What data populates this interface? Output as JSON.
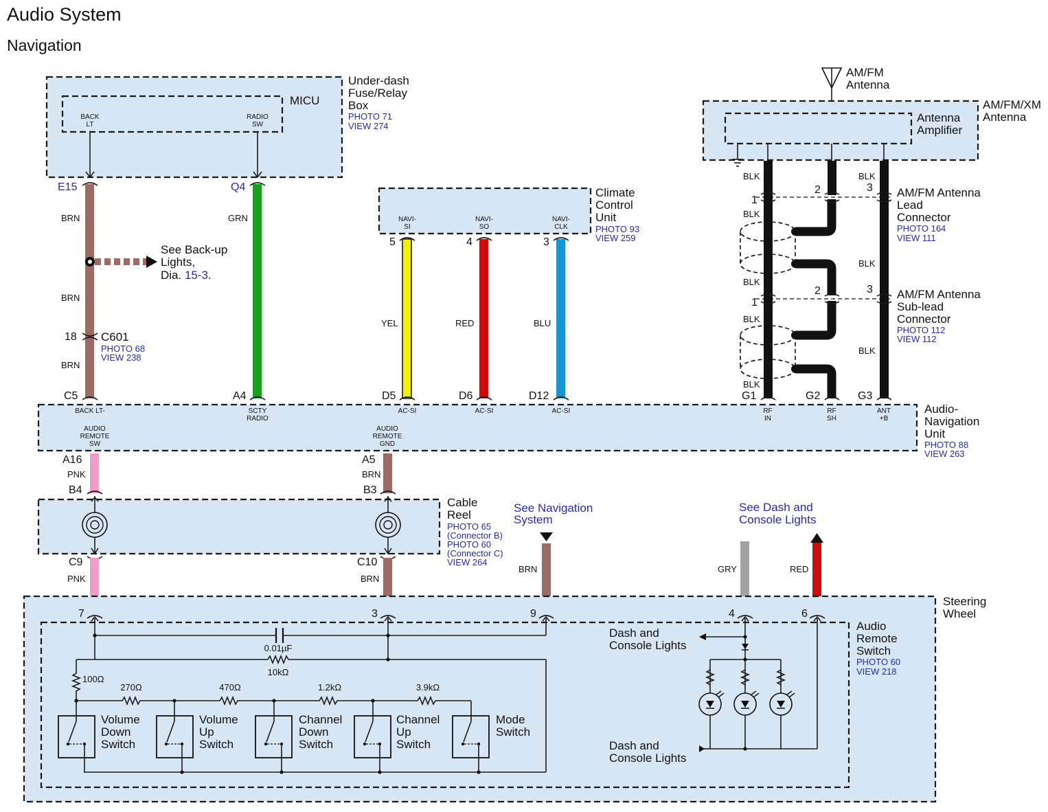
{
  "header": {
    "title": "Audio System",
    "subtitle": "Navigation"
  },
  "components": {
    "fuse_box": {
      "name_lines": [
        "Under-dash",
        "Fuse/Relay",
        "Box"
      ],
      "refs": [
        "PHOTO 71",
        "VIEW 274"
      ],
      "inner": "MICU",
      "pins": [
        {
          "lines": [
            "BACK",
            "LT"
          ]
        },
        {
          "lines": [
            "RADIO",
            "SW"
          ]
        }
      ]
    },
    "climate": {
      "name_lines": [
        "Climate",
        "Control",
        "Unit"
      ],
      "refs": [
        "PHOTO 93",
        "VIEW 259"
      ],
      "pins": [
        {
          "lines": [
            "NAVI-",
            "SI"
          ],
          "num": "5"
        },
        {
          "lines": [
            "NAVI-",
            "SO"
          ],
          "num": "4"
        },
        {
          "lines": [
            "NAVI-",
            "CLK"
          ],
          "num": "3"
        }
      ]
    },
    "antenna": {
      "top_label": [
        "AM/FM",
        "Antenna"
      ],
      "box_label": [
        "AM/FM/XM",
        "Antenna"
      ],
      "amplifier": [
        "Antenna",
        "Amplifier"
      ]
    },
    "lead_conn": {
      "name_lines": [
        "AM/FM Antenna",
        "Lead",
        "Connector"
      ],
      "refs": [
        "PHOTO 164",
        "VIEW 111"
      ]
    },
    "sublead_conn": {
      "name_lines": [
        "AM/FM Antenna",
        "Sub-lead",
        "Connector"
      ],
      "refs": [
        "PHOTO 112",
        "VIEW 112"
      ]
    },
    "audio_nav": {
      "name_lines": [
        "Audio-",
        "Navigation",
        "Unit"
      ],
      "refs": [
        "PHOTO 88",
        "VIEW 263"
      ],
      "top_pins": [
        {
          "id": "C5",
          "lines": [
            "BACK LT-"
          ]
        },
        {
          "id": "A4",
          "lines": [
            "SCTY",
            "RADIO"
          ]
        },
        {
          "id": "D5",
          "lines": [
            "AC-SI"
          ]
        },
        {
          "id": "D6",
          "lines": [
            "AC-SI"
          ]
        },
        {
          "id": "D12",
          "lines": [
            "AC-SI"
          ]
        },
        {
          "id": "G1",
          "lines": [
            "RF",
            "IN"
          ]
        },
        {
          "id": "G2",
          "lines": [
            "RF",
            "SH"
          ]
        },
        {
          "id": "G3",
          "lines": [
            "ANT",
            "+B"
          ]
        }
      ],
      "bottom_pins": [
        {
          "id": "A16",
          "lines": [
            "AUDIO",
            "REMOTE",
            "SW"
          ]
        },
        {
          "id": "A5",
          "lines": [
            "AUDIO",
            "REMOTE",
            "GND"
          ]
        }
      ]
    },
    "cable_reel": {
      "name_lines": [
        "Cable",
        "Reel"
      ],
      "refs": [
        "PHOTO 65",
        "(Connector B)",
        "PHOTO 60",
        "(Connector C)",
        "VIEW 264"
      ],
      "pins": [
        "B4",
        "B3",
        "C9",
        "C10"
      ]
    },
    "steering_wheel": {
      "name_lines": [
        "Steering",
        "Wheel"
      ]
    },
    "audio_remote": {
      "name_lines": [
        "Audio",
        "Remote",
        "Switch"
      ],
      "refs": [
        "PHOTO 60",
        "VIEW 218"
      ],
      "pins": [
        "7",
        "3",
        "9",
        "4",
        "6"
      ]
    },
    "c601": {
      "name": "C601",
      "pin": "18",
      "refs": [
        "PHOTO 68",
        "VIEW 238"
      ]
    }
  },
  "wires": {
    "brn": "BRN",
    "grn": "GRN",
    "yel": "YEL",
    "red": "RED",
    "blu": "BLU",
    "blk": "BLK",
    "pnk": "PNK",
    "gry": "GRY",
    "colors": {
      "brn": "#9b6b66",
      "grn": "#16a01c",
      "yel": "#f4f000",
      "red": "#cf0a0a",
      "blu": "#1796d2",
      "blk": "#111111",
      "pnk": "#f59ac8",
      "gry": "#a3a3a3"
    }
  },
  "connectors": {
    "e15": "E15",
    "q4": "Q4"
  },
  "antenna_pins": {
    "lead": [
      "1",
      "2",
      "3"
    ],
    "sublead": [
      "1",
      "2",
      "3"
    ]
  },
  "references": {
    "backup": {
      "text_lines": [
        "See Back-up",
        "Lights,"
      ],
      "dia_prefix": "Dia. ",
      "dia_link": "15-3",
      "dia_suffix": "."
    },
    "nav": [
      "See Navigation",
      "System"
    ],
    "dash": [
      "See Dash and",
      "Console Lights"
    ]
  },
  "circuit": {
    "cap": "0.01µF",
    "r_10k": "10kΩ",
    "r_100": "100Ω",
    "ladder": [
      "270Ω",
      "470Ω",
      "1.2kΩ",
      "3.9kΩ"
    ],
    "switches": [
      {
        "lines": [
          "Volume",
          "Down",
          "Switch"
        ]
      },
      {
        "lines": [
          "Volume",
          "Up",
          "Switch"
        ]
      },
      {
        "lines": [
          "Channel",
          "Down",
          "Switch"
        ]
      },
      {
        "lines": [
          "Channel",
          "Up",
          "Switch"
        ]
      },
      {
        "lines": [
          "Mode",
          "Switch"
        ]
      }
    ],
    "dash_top": [
      "Dash and",
      "Console Lights"
    ],
    "dash_bottom": [
      "Dash and",
      "Console Lights"
    ]
  }
}
